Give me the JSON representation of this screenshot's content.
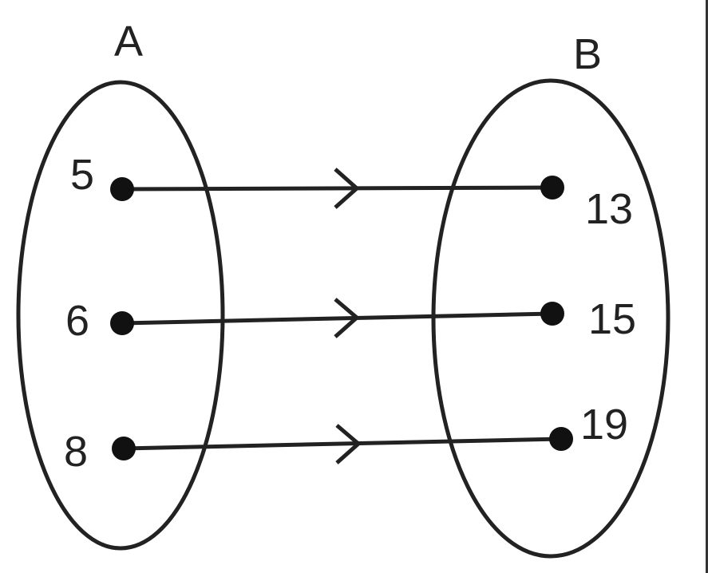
{
  "sets": [
    {
      "label": "A",
      "elements": [
        "5",
        "6",
        "8"
      ]
    },
    {
      "label": "B",
      "elements": [
        "13",
        "15",
        "19"
      ]
    }
  ],
  "mappings": [
    {
      "from": "5",
      "to": "13"
    },
    {
      "from": "6",
      "to": "15"
    },
    {
      "from": "8",
      "to": "19"
    }
  ]
}
